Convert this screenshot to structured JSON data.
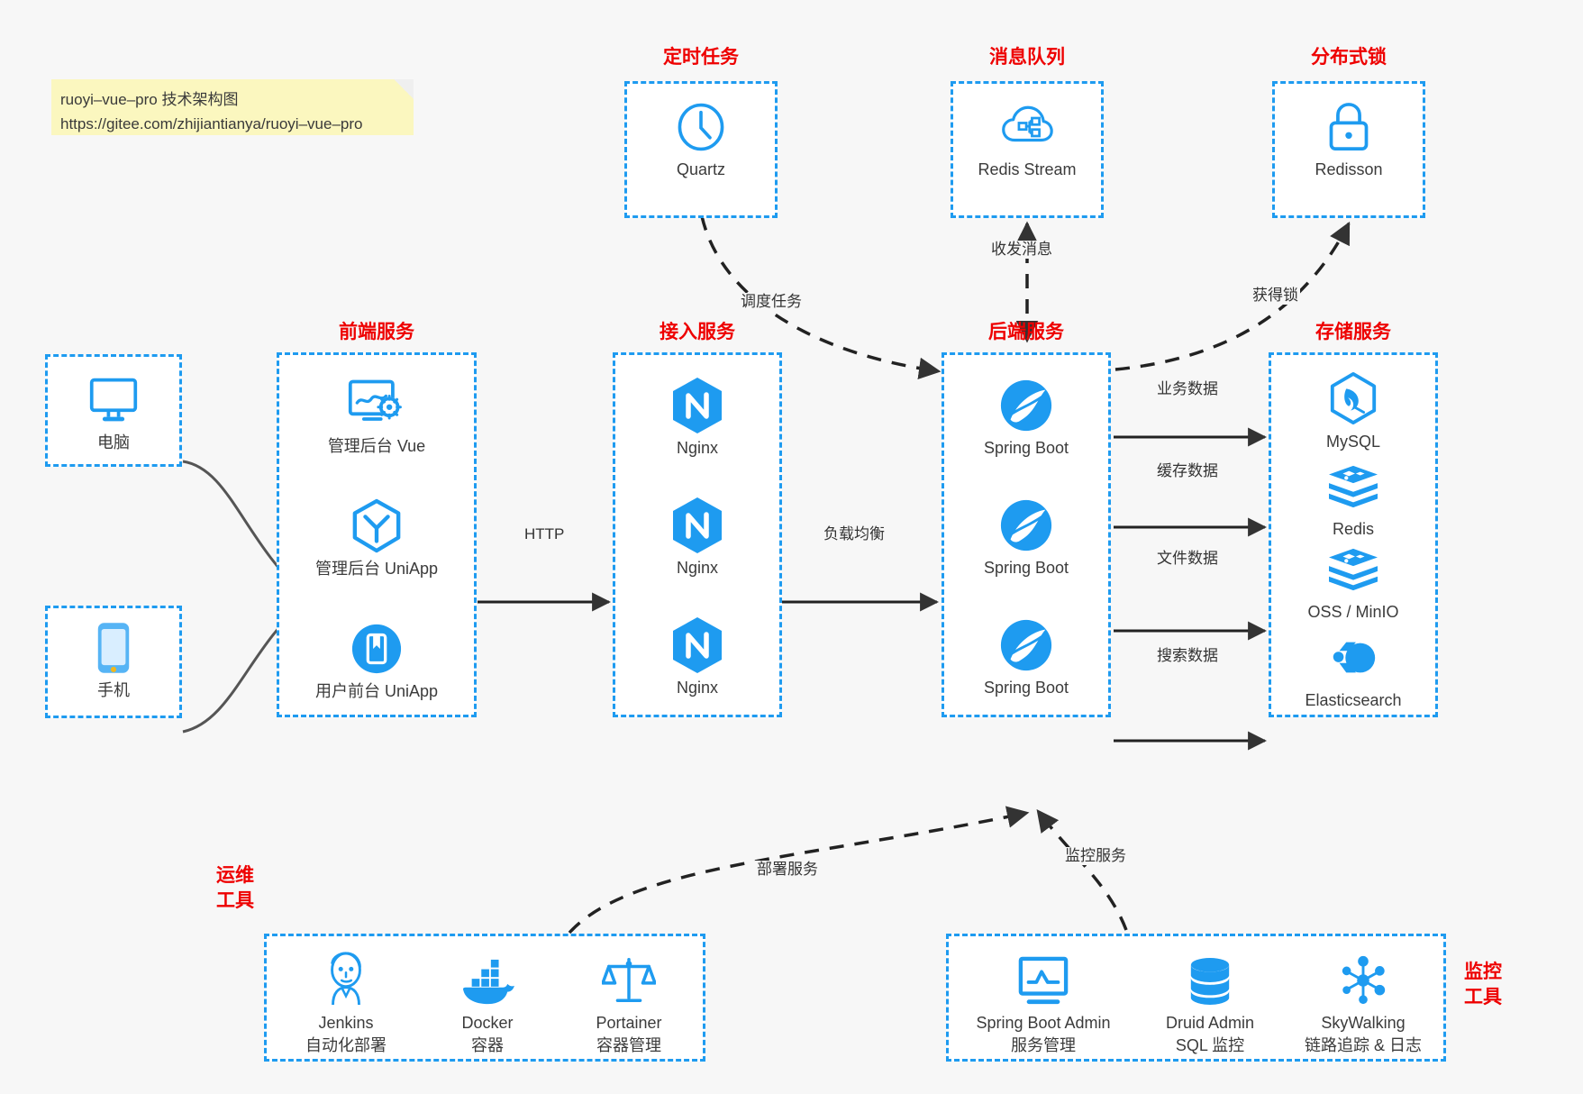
{
  "note": {
    "line1": "ruoyi–vue–pro 技术架构图",
    "line2": "https://gitee.com/zhijiantianya/ruoyi–vue–pro"
  },
  "colors": {
    "accent": "#1e9bf0",
    "title": "#ee0000",
    "text": "#3b3b3b",
    "background": "#f7f7f7",
    "note_bg": "#fbf7bf"
  },
  "groups": {
    "scheduled_task": {
      "title": "定时任务",
      "nodes": [
        {
          "label": "Quartz",
          "icon": "clock-icon"
        }
      ]
    },
    "message_queue": {
      "title": "消息队列",
      "nodes": [
        {
          "label": "Redis Stream",
          "icon": "cloud-stream-icon"
        }
      ]
    },
    "distributed_lock": {
      "title": "分布式锁",
      "nodes": [
        {
          "label": "Redisson",
          "icon": "lock-icon"
        }
      ]
    },
    "clients": {
      "nodes": [
        {
          "label": "电脑",
          "icon": "desktop-icon"
        },
        {
          "label": "手机",
          "icon": "mobile-icon"
        }
      ]
    },
    "frontend": {
      "title": "前端服务",
      "nodes": [
        {
          "label": "管理后台 Vue",
          "icon": "dashboard-gear-icon"
        },
        {
          "label": "管理后台 UniApp",
          "icon": "hex-cube-icon"
        },
        {
          "label": "用户前台 UniApp",
          "icon": "app-circle-icon"
        }
      ]
    },
    "gateway": {
      "title": "接入服务",
      "nodes": [
        {
          "label": "Nginx",
          "icon": "nginx-icon"
        },
        {
          "label": "Nginx",
          "icon": "nginx-icon"
        },
        {
          "label": "Nginx",
          "icon": "nginx-icon"
        }
      ]
    },
    "backend": {
      "title": "后端服务",
      "nodes": [
        {
          "label": "Spring Boot",
          "icon": "spring-boot-icon"
        },
        {
          "label": "Spring Boot",
          "icon": "spring-boot-icon"
        },
        {
          "label": "Spring Boot",
          "icon": "spring-boot-icon"
        }
      ]
    },
    "storage": {
      "title": "存储服务",
      "nodes": [
        {
          "label": "MySQL",
          "icon": "mysql-icon"
        },
        {
          "label": "Redis",
          "icon": "redis-icon"
        },
        {
          "label": "OSS / MinIO",
          "icon": "oss-icon"
        },
        {
          "label": "Elasticsearch",
          "icon": "elasticsearch-icon"
        }
      ]
    },
    "devops": {
      "title_line1": "运维",
      "title_line2": "工具",
      "nodes": [
        {
          "label": "Jenkins",
          "sublabel": "自动化部署",
          "icon": "jenkins-icon"
        },
        {
          "label": "Docker",
          "sublabel": "容器",
          "icon": "docker-icon"
        },
        {
          "label": "Portainer",
          "sublabel": "容器管理",
          "icon": "scales-icon"
        }
      ]
    },
    "monitoring": {
      "title_line1": "监控",
      "title_line2": "工具",
      "nodes": [
        {
          "label": "Spring Boot Admin",
          "sublabel": "服务管理",
          "icon": "monitor-chart-icon"
        },
        {
          "label": "Druid Admin",
          "sublabel": "SQL 监控",
          "icon": "database-icon"
        },
        {
          "label": "SkyWalking",
          "sublabel": "链路追踪 & 日志",
          "icon": "skywalking-icon"
        }
      ]
    }
  },
  "edges": {
    "schedule_task": "调度任务",
    "send_receive_message": "收发消息",
    "acquire_lock": "获得锁",
    "http": "HTTP",
    "load_balance": "负载均衡",
    "business_data": "业务数据",
    "cache_data": "缓存数据",
    "file_data": "文件数据",
    "search_data": "搜索数据",
    "deploy_service": "部署服务",
    "monitor_service": "监控服务"
  }
}
